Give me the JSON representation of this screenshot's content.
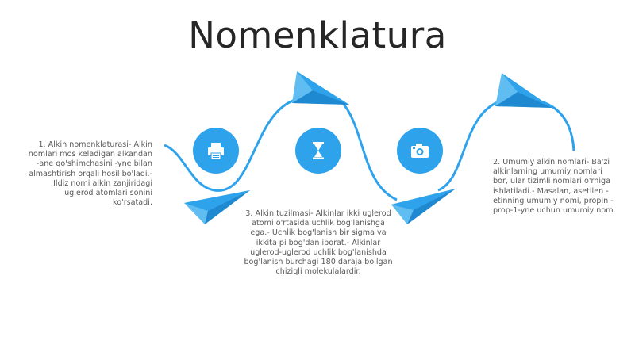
{
  "slide": {
    "title": "Nomenklatura",
    "blocks": [
      {
        "text": "1. Alkin nomenklaturasi- Alkin nomlari mos keladigan alkandan -ane qo'shimchasini -yne bilan almashtirish orqali hosil bo'ladi.- Ildiz nomi alkin zanjiridagi uglerod atomlari sonini ko'rsatadi."
      },
      {
        "text": "3. Alkin tuzilmasi- Alkinlar ikki uglerod atomi o'rtasida uchlik bog'lanishga ega.- Uchlik bog'lanish bir sigma va ikkita pi bog'dan iborat.- Alkinlar uglerod-uglerod uchlik bog'lanishda bog'lanish burchagi 180 daraja bo'lgan chiziqli molekulalardir."
      },
      {
        "text": "2. Umumiy alkin nomlari- Ba'zi alkinlarning umumiy nomlari bor, ular tizimli nomlari o'rniga ishlatiladi.- Masalan, asetilen - etinning umumiy nomi, propin - prop-1-yne uchun umumiy nom."
      }
    ],
    "icons": [
      "printer-icon",
      "hourglass-icon",
      "camera-icon"
    ],
    "colors": {
      "accent": "#2ea3eb",
      "text": "#595959",
      "title": "#262626"
    }
  }
}
